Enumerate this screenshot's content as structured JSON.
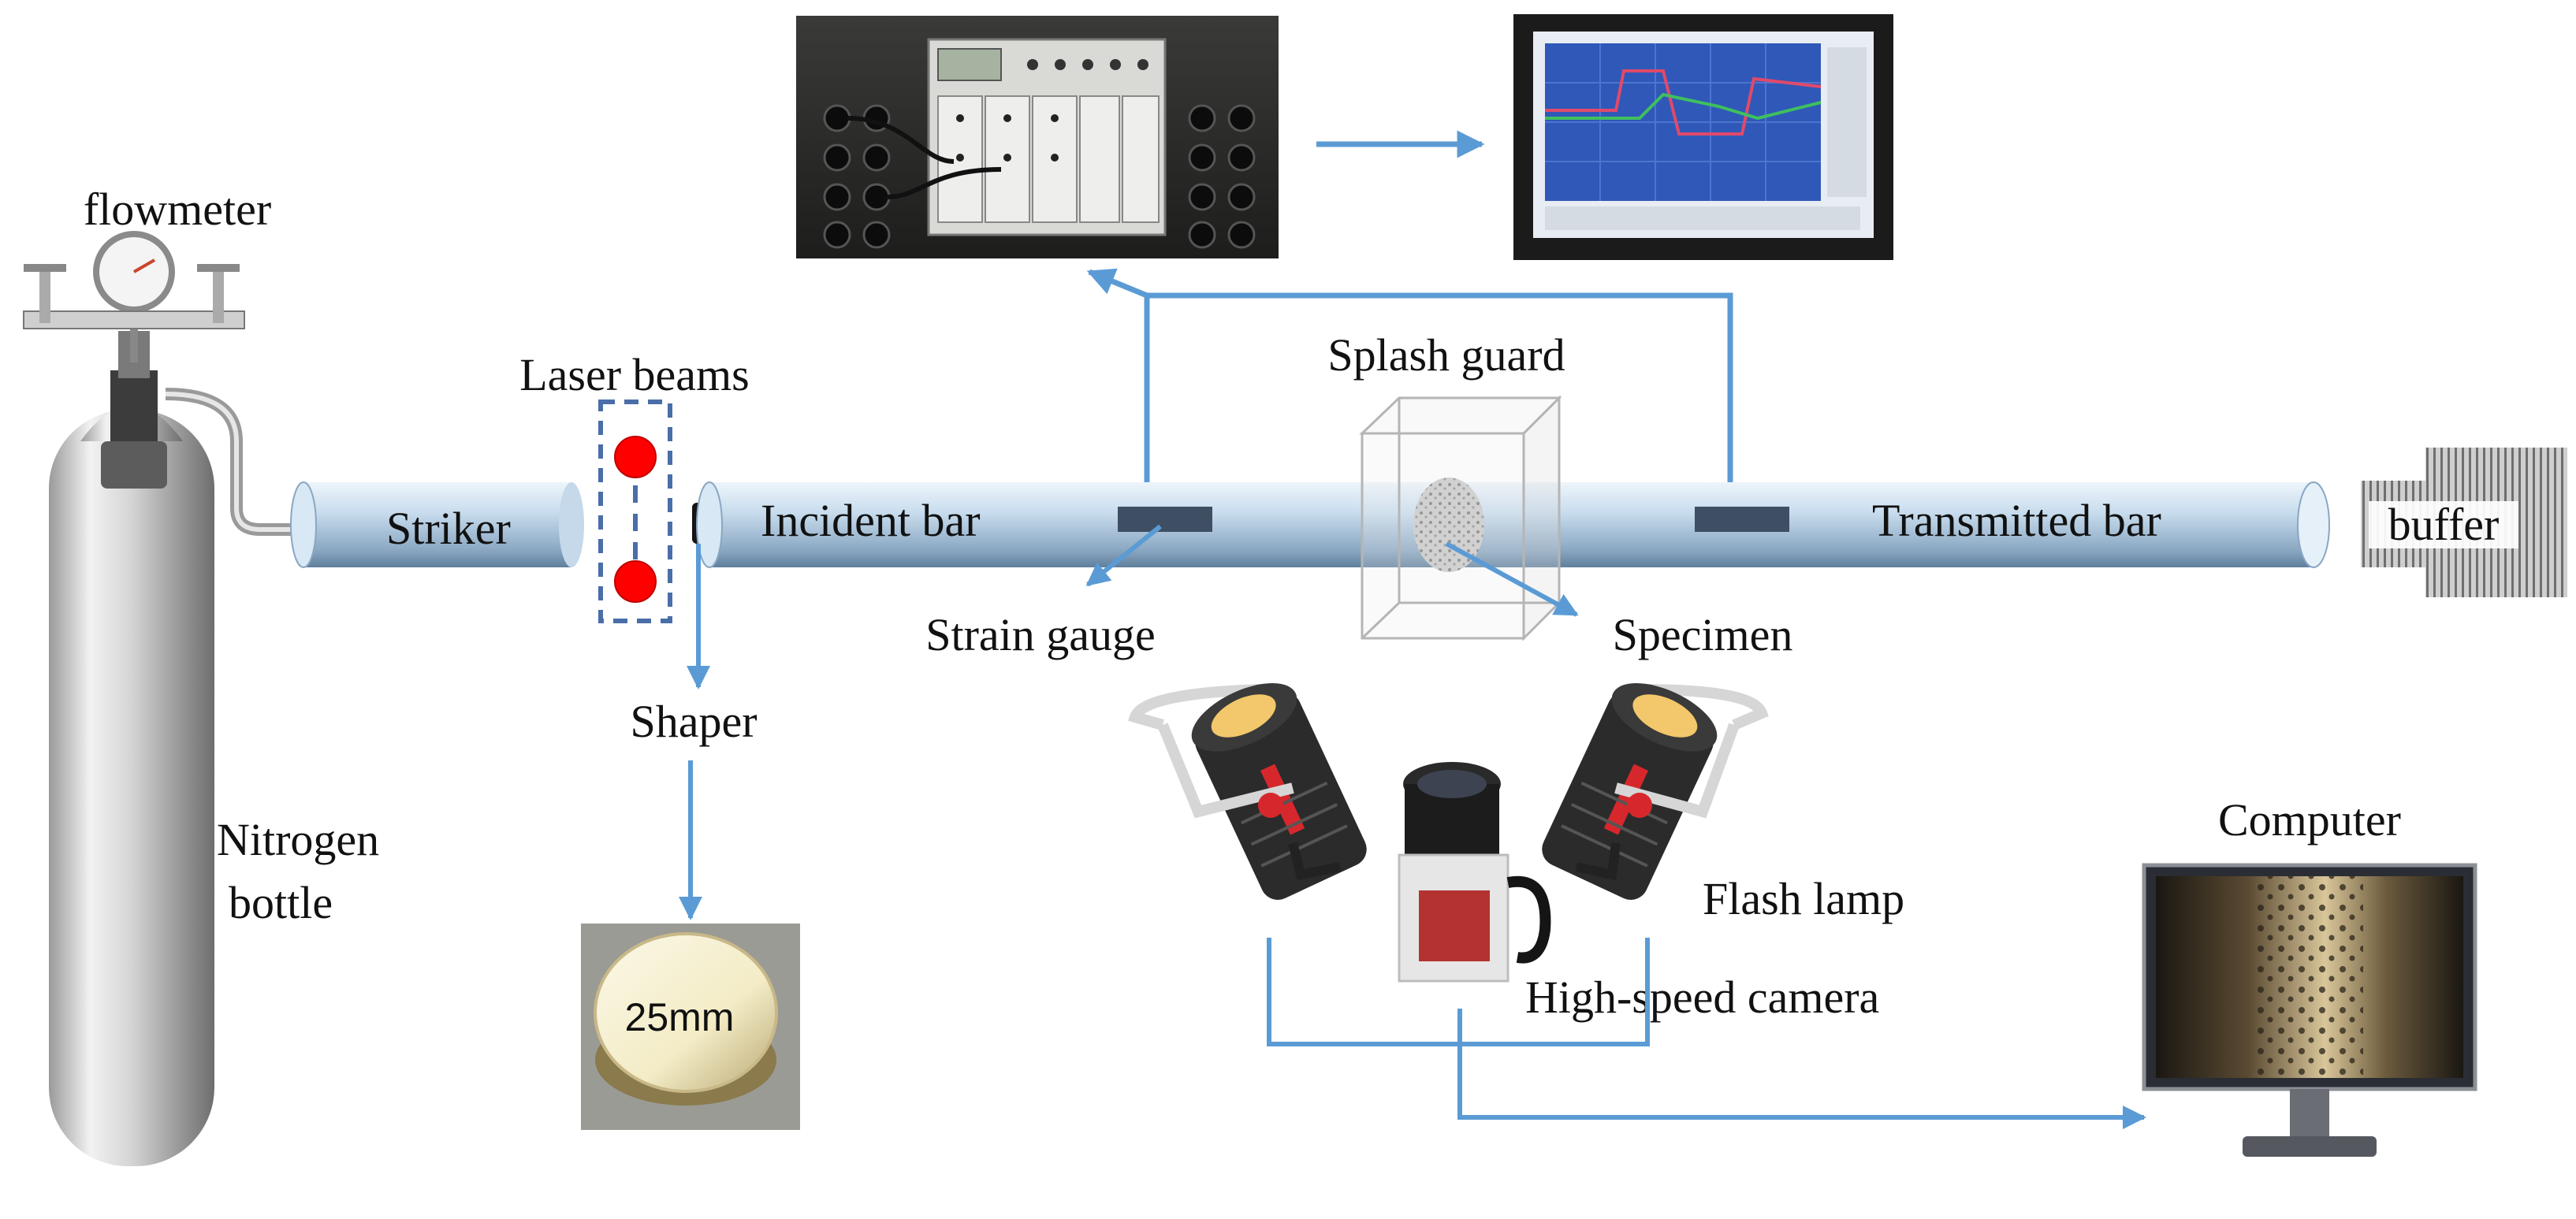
{
  "labels": {
    "flowmeter": "flowmeter",
    "laser_beams": "Laser beams",
    "striker": "Striker",
    "incident_bar": "Incident  bar",
    "splash_guard": "Splash guard",
    "transmitted_bar": "Transmitted bar",
    "buffer": "buffer",
    "strain_gauge": "Strain gauge",
    "specimen": "Specimen",
    "shaper": "Shaper",
    "nitrogen": "Nitrogen",
    "bottle": "bottle",
    "computer": "Computer",
    "flash_lamp": "Flash lamp",
    "high_speed_camera": "High-speed camera",
    "shaper_size": "25mm"
  },
  "colors": {
    "arrow": "#5b9bd5",
    "bar_light": "#dcebf7",
    "bar_dark": "#6d8fad",
    "laser": "#ff0000",
    "gauge": "#3f4f63",
    "lamp_body": "#2b2b2b",
    "lamp_accent": "#d6282c"
  }
}
